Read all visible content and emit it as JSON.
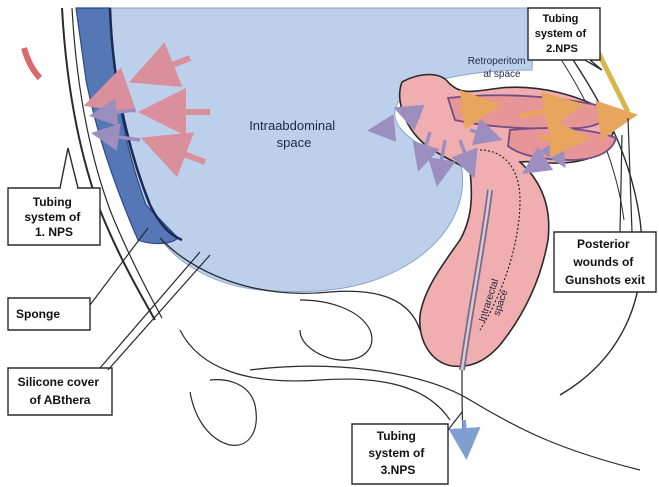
{
  "regions": {
    "intraabdominal": [
      "Intraabdominal",
      "space"
    ],
    "retroperitoneal": [
      "Retroperitom",
      "al space"
    ],
    "intrarectal": [
      "Intrarectal",
      "space"
    ]
  },
  "callouts": {
    "tubing_1": [
      "Tubing",
      "system of",
      "1. NPS"
    ],
    "tubing_2": [
      "Tubing",
      "system of",
      "2.NPS"
    ],
    "tubing_3": [
      "Tubing",
      "system of",
      "3.NPS"
    ],
    "sponge": [
      "Sponge"
    ],
    "silicone": [
      "Silicone cover",
      "of ABthera"
    ],
    "posterior": [
      "Posterior",
      "wounds of",
      "Gunshots exit"
    ]
  },
  "colors": {
    "abdomen_fill": "#bcd0ec",
    "sponge_fill": "#5577b5",
    "rectum_fill": "#f1aeb0",
    "arrow_pink": "#d98f9c",
    "arrow_purple": "#9c8fc0",
    "arrow_orange": "#e8a55e",
    "outline": "#2a2a2a"
  }
}
